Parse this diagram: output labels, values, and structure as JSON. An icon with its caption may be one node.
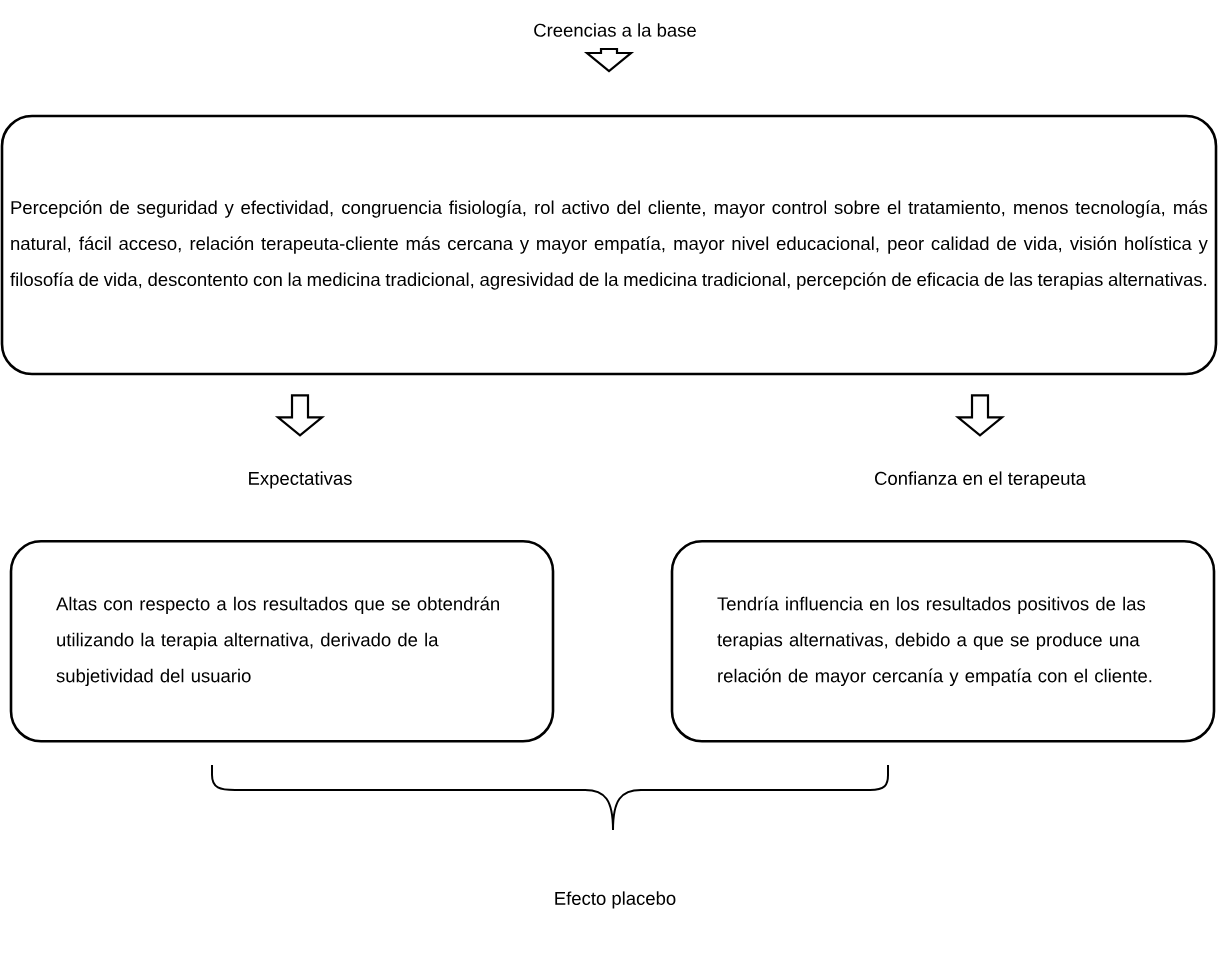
{
  "diagram": {
    "nodes": [
      {
        "text": [
          "Creencias a la base"
        ]
      },
      {
        "text": [
          "Percepción de seguridad y efectividad, congruencia fisiología, rol activo del cliente, mayor control sobre el tratamiento, menos tecnología, más natural, fácil acceso, relación terapeuta-cliente más cercana y mayor empatía, mayor nivel educacional, peor calidad de vida, visión holística y filosofía de vida, descontento con la medicina tradicional, agresividad de la medicina tradicional, percepción de eficacia de las terapias alternativas."
        ]
      },
      {
        "text": [
          "Expectativas",
          "Altas con respecto a los resultados que se obtendrán utilizando la terapia alternativa, derivado de la subjetividad del usuario"
        ]
      },
      {
        "text": [
          "Confianza en el terapeuta",
          "Tendría influencia en los resultados positivos de las terapias alternativas, debido a que se produce una relación de mayor cercanía y empatía con el cliente."
        ]
      },
      {
        "text": [
          "Efecto placebo"
        ]
      }
    ],
    "edges": [
      {
        "from": 0,
        "to": 1,
        "arrow": "to"
      },
      {
        "from": 1,
        "to": 2,
        "arrow": "to"
      },
      {
        "from": 1,
        "to": 3,
        "arrow": "to"
      }
    ]
  }
}
